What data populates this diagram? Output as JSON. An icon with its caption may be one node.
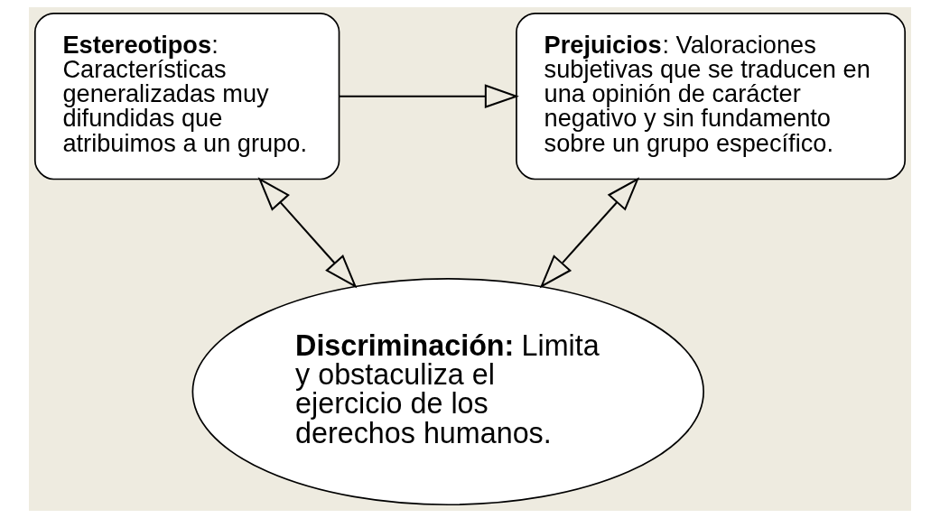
{
  "diagram": {
    "nodes": [
      {
        "text": [
          "**Estereotipos**: Características generalizadas muy difundidas que atribuimos a un grupo."
        ]
      },
      {
        "text": [
          "**Prejuicios**: Valoraciones subjetivas que se traducen en una opinión de carácter negativo y sin fundamento sobre un grupo específico."
        ]
      },
      {
        "text": [
          "**Discriminación:** Limita y obstaculiza el ejercicio de los derechos humanos."
        ]
      }
    ],
    "edges": [
      {
        "from": 0,
        "to": 1,
        "arrow": "to"
      },
      {
        "from": 0,
        "to": 2,
        "arrow": "both"
      },
      {
        "from": 1,
        "to": 2,
        "arrow": "both"
      }
    ]
  }
}
